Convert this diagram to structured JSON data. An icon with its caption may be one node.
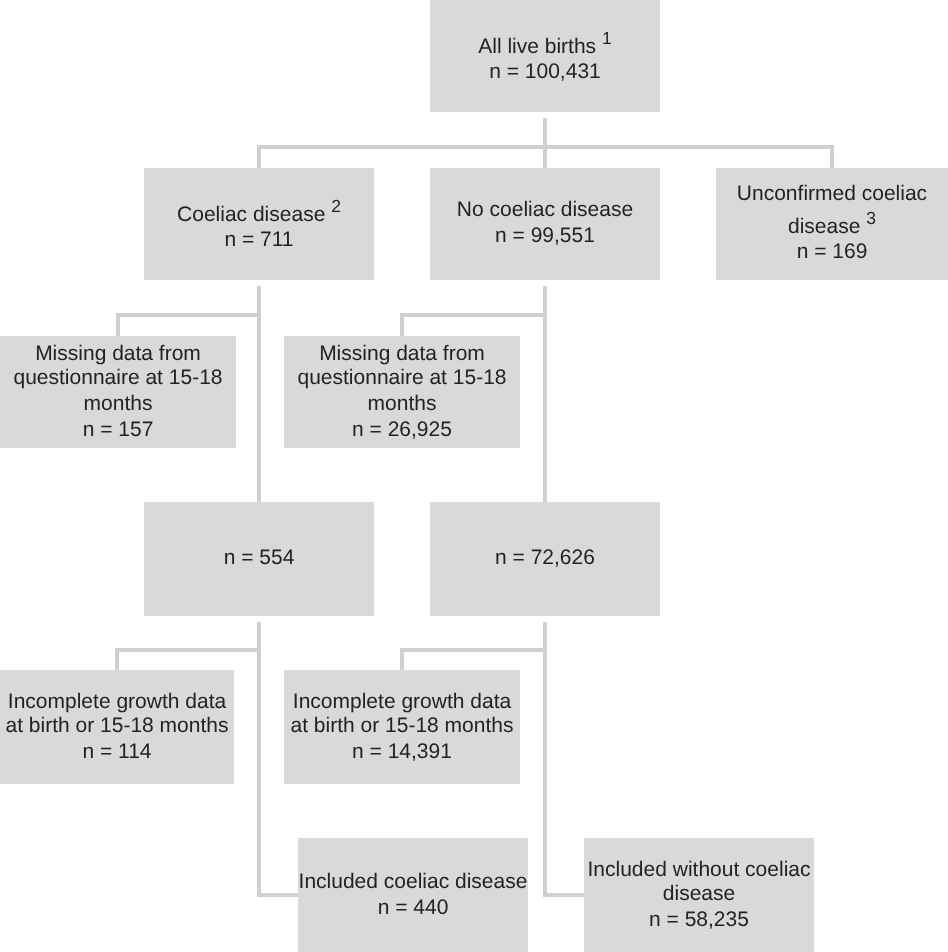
{
  "diagram": {
    "nodes": [
      {
        "text": [
          "All live births $^{1}$",
          "n = 100,431"
        ]
      },
      {
        "text": [
          "Coeliac disease $^{2}$",
          "n = 711"
        ]
      },
      {
        "text": [
          "No coeliac disease",
          "n = 99,551"
        ]
      },
      {
        "text": [
          "Unconfirmed coeliac disease $^{3}$",
          "n = 169"
        ]
      },
      {
        "text": [
          "Missing data from questionnaire at 15-18 months",
          "n = 157"
        ]
      },
      {
        "text": [
          "Missing data from questionnaire at 15-18 months",
          "n = 26,925"
        ]
      },
      {
        "text": [
          "n = 554"
        ]
      },
      {
        "text": [
          "n = 72,626"
        ]
      },
      {
        "text": [
          "Incomplete growth data at birth or 15-18 months",
          "n = 114"
        ]
      },
      {
        "text": [
          "Incomplete growth data at birth or 15-18 months",
          "n = 14,391"
        ]
      },
      {
        "text": [
          "Included coeliac disease",
          "n = 440"
        ]
      },
      {
        "text": [
          "Included without coeliac disease",
          "n = 58,235"
        ]
      }
    ],
    "edges": [
      {
        "from": 0,
        "to": 1,
        "arrow": "none"
      },
      {
        "from": 0,
        "to": 2,
        "arrow": "none"
      },
      {
        "from": 0,
        "to": 3,
        "arrow": "none"
      },
      {
        "from": 1,
        "to": 4,
        "arrow": "none"
      },
      {
        "from": 1,
        "to": 6,
        "arrow": "none"
      },
      {
        "from": 2,
        "to": 5,
        "arrow": "none"
      },
      {
        "from": 2,
        "to": 7,
        "arrow": "none"
      },
      {
        "from": 6,
        "to": 8,
        "arrow": "none"
      },
      {
        "from": 6,
        "to": 10,
        "arrow": "none"
      },
      {
        "from": 7,
        "to": 9,
        "arrow": "none"
      },
      {
        "from": 7,
        "to": 11,
        "arrow": "none"
      }
    ]
  }
}
